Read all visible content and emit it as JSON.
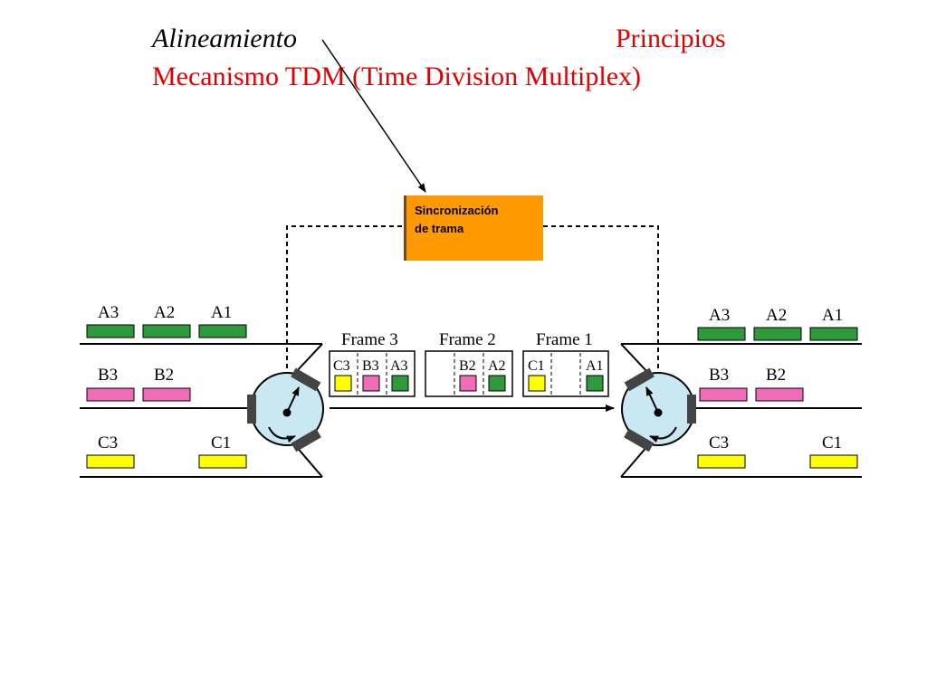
{
  "title": {
    "section": "Alineamiento",
    "topic": "Principios",
    "heading": "Mecanismo TDM (Time Division Multiplex)"
  },
  "sync_box": {
    "line1": "Sincronización",
    "line2": "de trama"
  },
  "left_inputs": {
    "row_a": [
      "A3",
      "A2",
      "A1"
    ],
    "row_b": [
      "B3",
      "B2"
    ],
    "row_c": [
      "C3",
      "C1"
    ]
  },
  "right_outputs": {
    "row_a": [
      "A3",
      "A2",
      "A1"
    ],
    "row_b": [
      "B3",
      "B2"
    ],
    "row_c": [
      "C3",
      "C1"
    ]
  },
  "frames": [
    {
      "label": "Frame 3",
      "slots": [
        "C3",
        "B3",
        "A3"
      ]
    },
    {
      "label": "Frame 2",
      "slots": [
        "",
        "B2",
        "A2"
      ]
    },
    {
      "label": "Frame 1",
      "slots": [
        "C1",
        "",
        "A1"
      ]
    }
  ],
  "colors": {
    "title_red": "#e00000",
    "channel_a": "#2e9a3c",
    "channel_b": "#f06cb8",
    "channel_c": "#ffff00",
    "sync_box": "#ff9900",
    "mux_fill": "#c9e8f2"
  }
}
